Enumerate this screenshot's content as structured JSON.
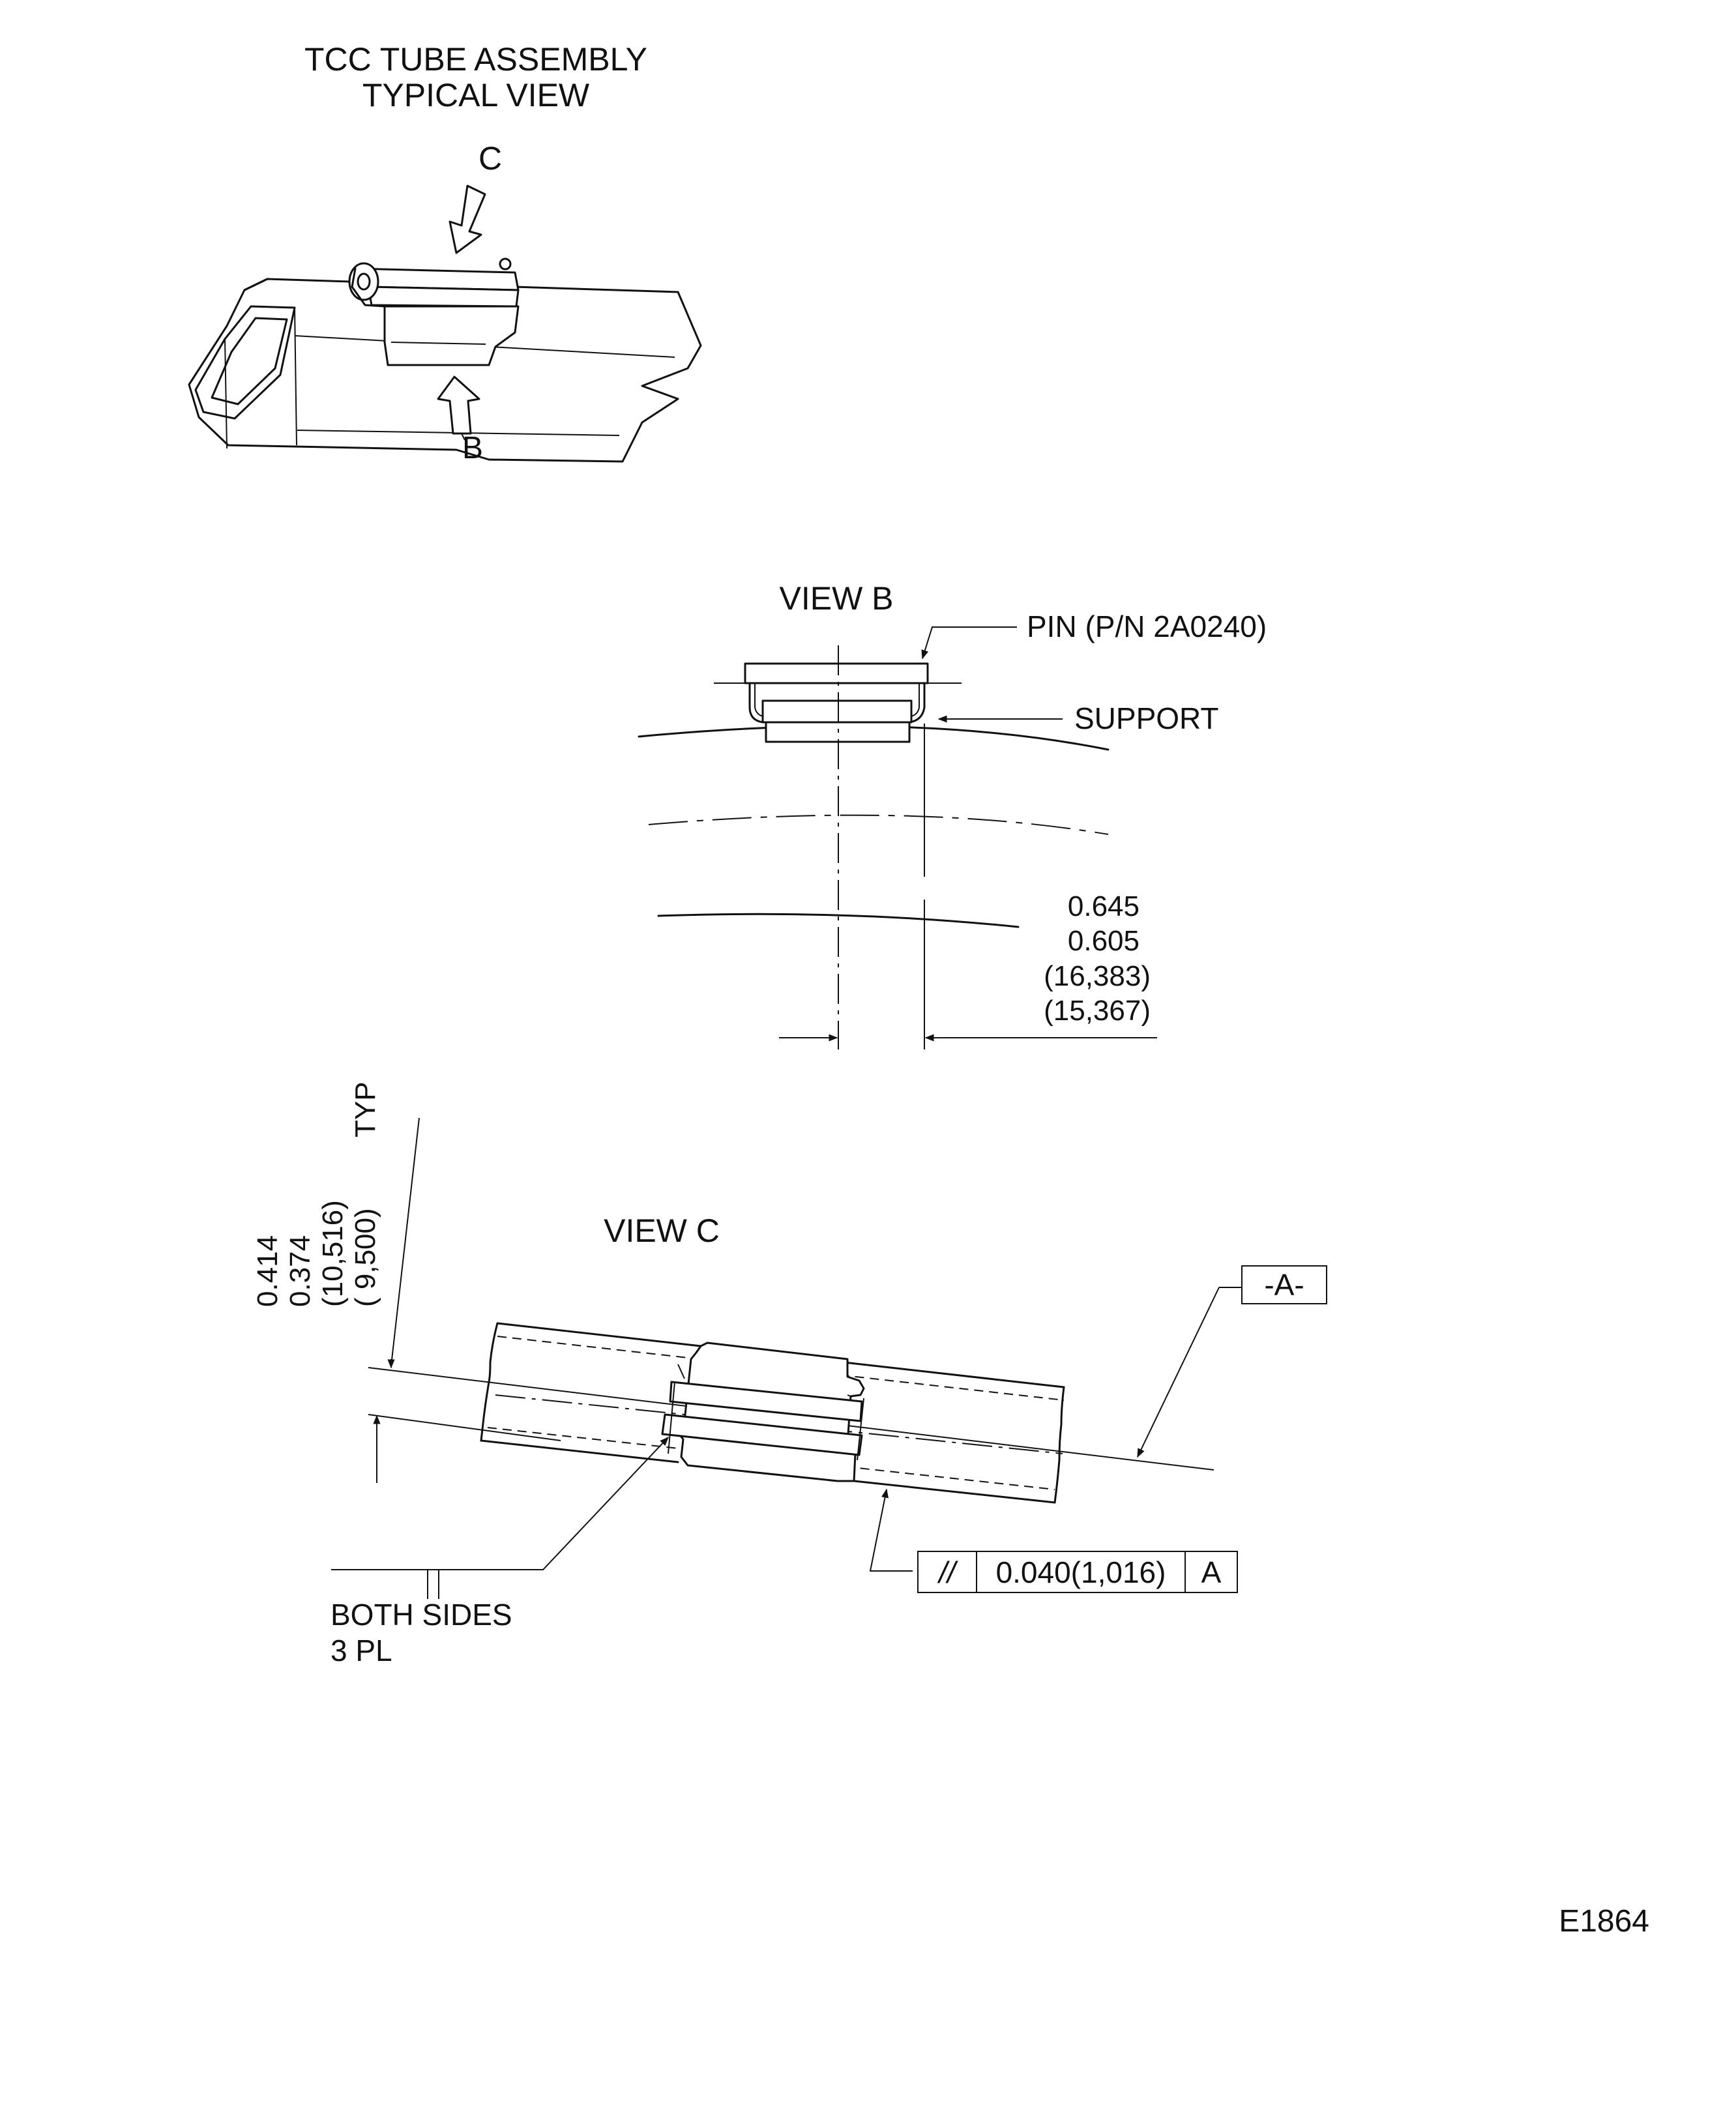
{
  "typical_view": {
    "title_line1": "TCC TUBE ASSEMBLY",
    "title_line2": "TYPICAL VIEW",
    "arrow_c_label": "C",
    "arrow_b_label": "B"
  },
  "view_b": {
    "title": "VIEW B",
    "pin_label": "PIN (P/N 2A0240)",
    "support_label": "SUPPORT",
    "dim_max": "0.645",
    "dim_min": "0.605",
    "dim_max_mm": "(16,383)",
    "dim_min_mm": "(15,367)"
  },
  "view_c": {
    "title": "VIEW C",
    "dim_max": "0.414",
    "dim_min": "0.374",
    "dim_max_mm": "(10,516)",
    "dim_min_mm": "( 9,500)",
    "dim_typ": "TYP",
    "datum_label": "-A-",
    "both_sides": "BOTH SIDES",
    "three_pl": "3 PL",
    "tolerance": {
      "symbol": "//",
      "value": "0.040(1,016)",
      "datum": "A"
    }
  },
  "figure_code": "E1864"
}
